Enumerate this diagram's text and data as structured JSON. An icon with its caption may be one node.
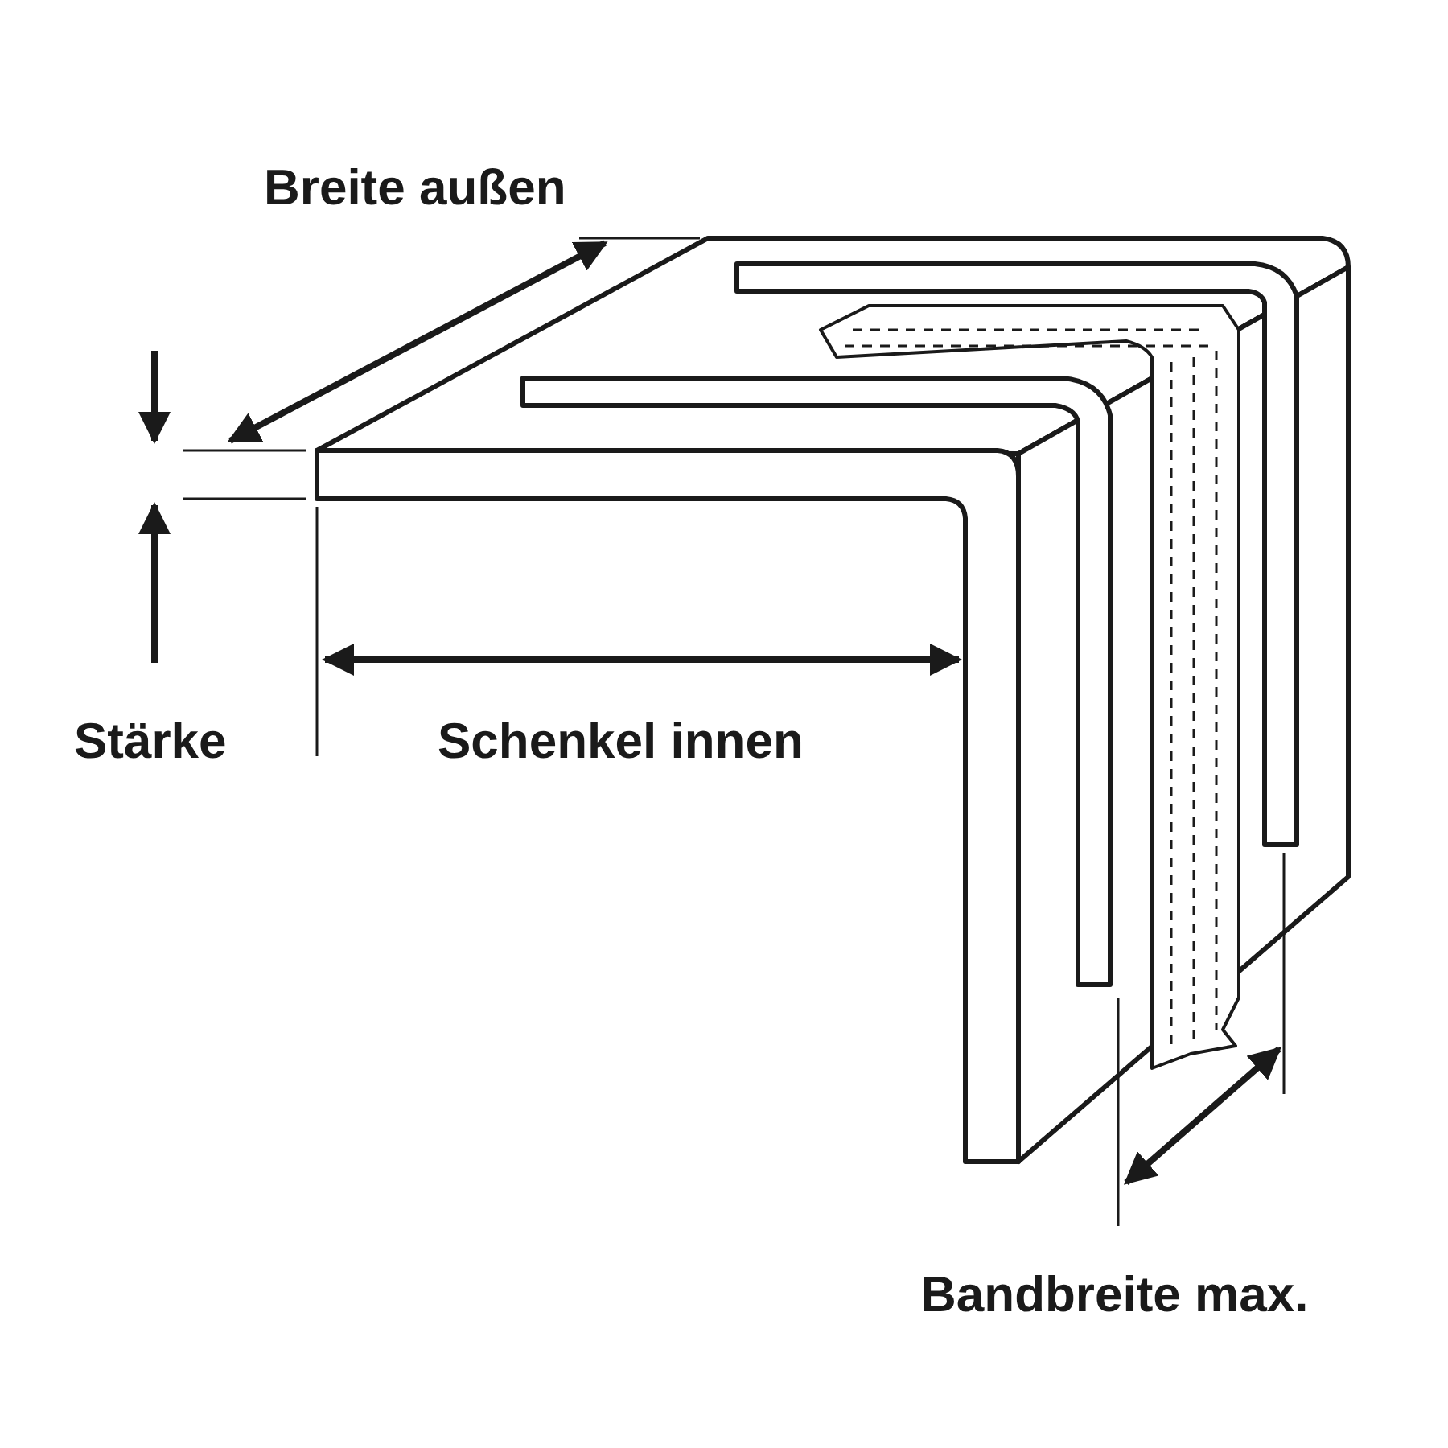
{
  "diagram": {
    "labels": [
      "Breite außen",
      "Stärke",
      "Schenkel innen",
      "Bandbreite max."
    ]
  }
}
